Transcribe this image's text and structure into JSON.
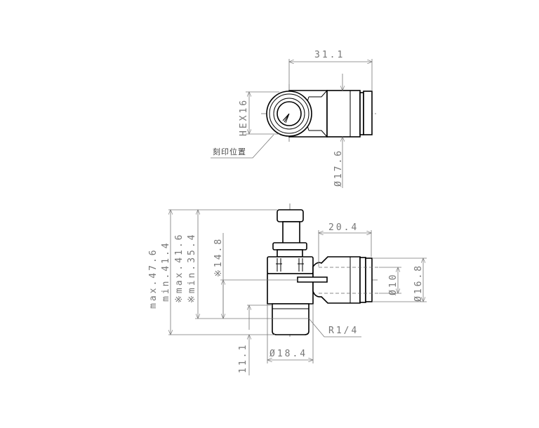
{
  "top_view": {
    "width_dim": "31.1",
    "hex_dim": "HEX16",
    "diameter_dim": "Ø17.6",
    "marking_label": "刻印位置"
  },
  "side_view": {
    "overall_max": "max.47.6",
    "overall_min": "min.41.4",
    "ref_max": "※max.41.6",
    "ref_min": "※min.35.4",
    "ref_height": "※14.8",
    "thread_length": "11.1",
    "body_diameter": "Ø18.4",
    "thread_spec": "R1/4",
    "port_length": "20.4",
    "tube_diameter": "Ø10",
    "fitting_diameter": "Ø16.8"
  }
}
